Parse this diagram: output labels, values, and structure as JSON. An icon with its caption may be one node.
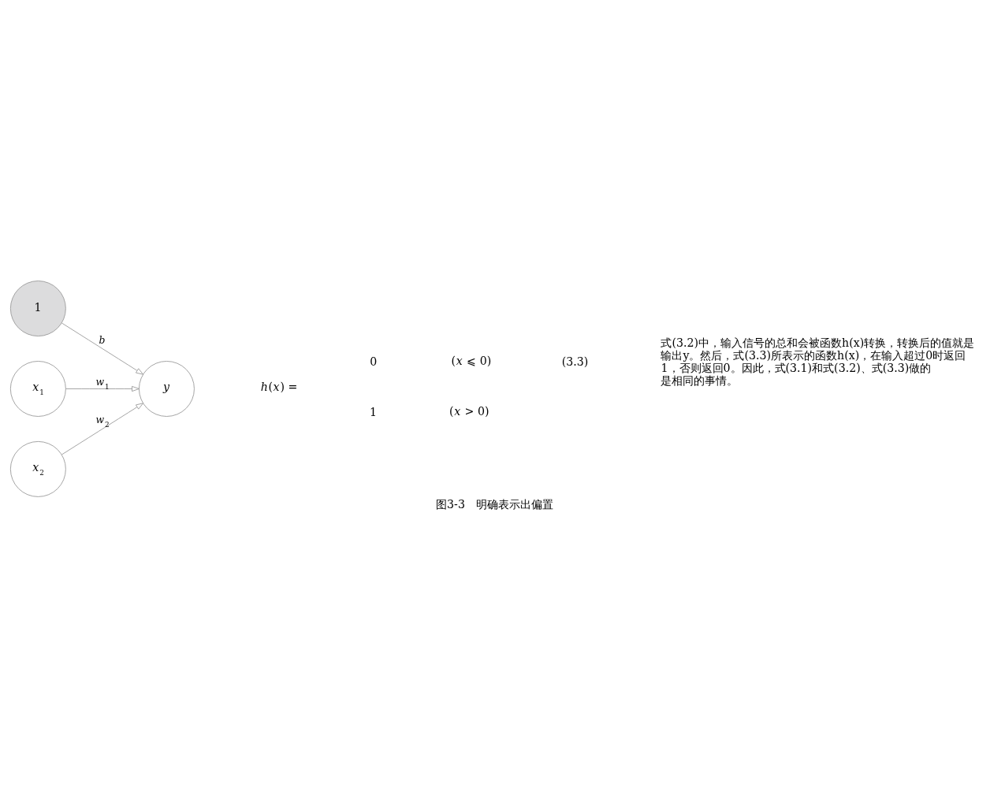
{
  "diagram": {
    "caption": "图3-3　明确表示出偏置",
    "nodes": [
      {
        "text": [
          "1"
        ]
      },
      {
        "text": [
          "*x*$_{1}$"
        ]
      },
      {
        "text": [
          "*x*$_{2}$"
        ]
      },
      {
        "text": [
          "*y*"
        ]
      }
    ],
    "edges": [
      {
        "from": 0,
        "to": 3,
        "arrow": "to",
        "label": "*b*"
      },
      {
        "from": 1,
        "to": 3,
        "arrow": "to",
        "label": "*w*$_{1}$"
      },
      {
        "from": 2,
        "to": 3,
        "arrow": "to",
        "label": "*w*$_{2}$"
      }
    ],
    "labels": [
      "*h*(*x*) =",
      "0",
      "(*x* ⩽ 0)",
      "1",
      "(*x* > 0)",
      "(3.3)",
      "式(3.2)中，输入信号的总和会被函数h(x)转换，转换后的值就是输出y。然后，式(3.3)所表示的函数h(x)，在输入超过0时返回1，否则返回0。因此，式(3.1)和式(3.2)、式(3.3)做的是相同的事情。"
    ]
  }
}
